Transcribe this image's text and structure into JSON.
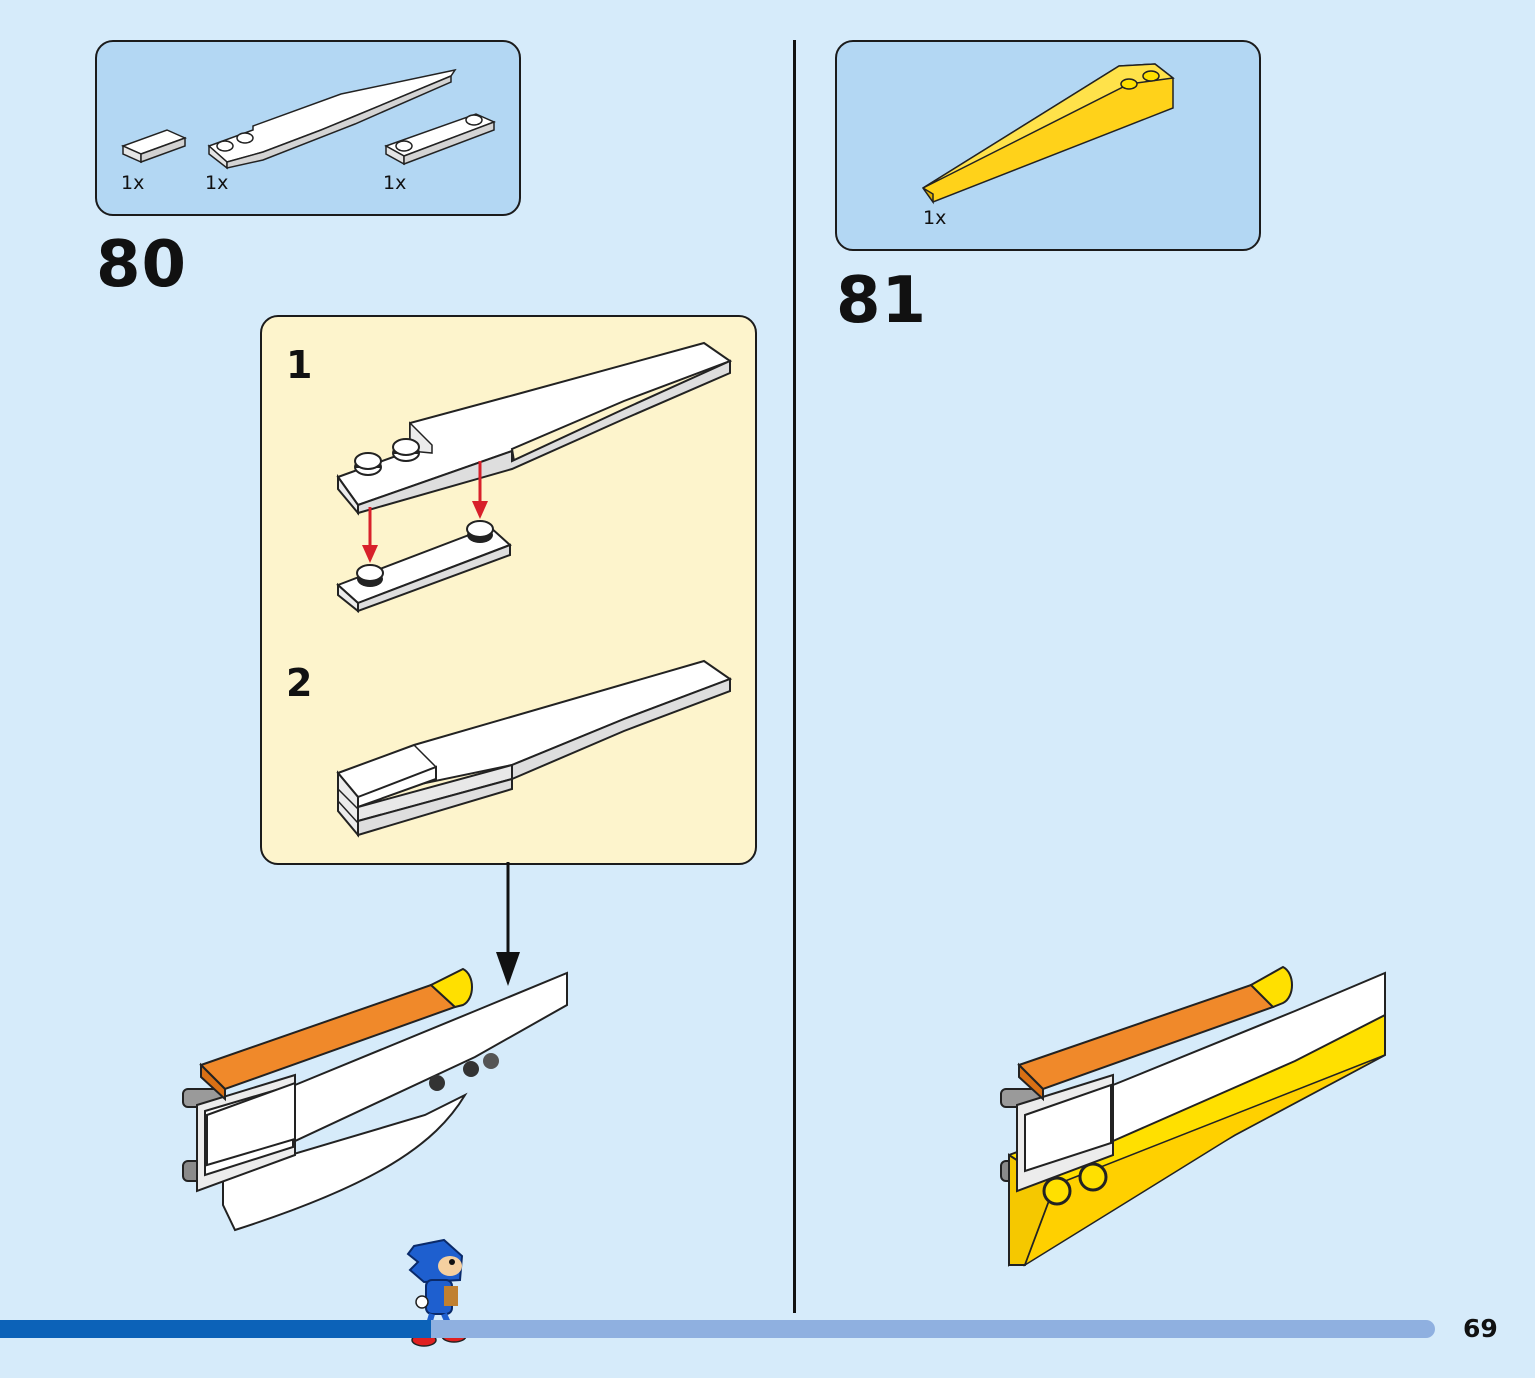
{
  "step80": {
    "number": "80",
    "parts": [
      {
        "qty": "1x",
        "color": "white",
        "shape": "tile-1x2"
      },
      {
        "qty": "1x",
        "color": "white",
        "shape": "curved-slope-with-studs"
      },
      {
        "qty": "1x",
        "color": "white",
        "shape": "plate-1x4-with-studs"
      }
    ],
    "substeps": [
      {
        "number": "1"
      },
      {
        "number": "2"
      }
    ]
  },
  "step81": {
    "number": "81",
    "parts": [
      {
        "qty": "1x",
        "color": "yellow",
        "shape": "wedge-slope-with-studs"
      }
    ]
  },
  "page_number": "69",
  "progress": 0.3,
  "colors": {
    "page_bg": "#d6ebfa",
    "parts_box": "#b3d7f3",
    "substep_box": "#fdf4cc",
    "progress_fill": "#0c62b8",
    "progress_track": "#8fb0e0",
    "brick_white": "#ffffff",
    "brick_orange": "#f0892a",
    "brick_yellow": "#ffe000",
    "arrow_red": "#d8202a"
  },
  "icons": [
    "sonic-mascot-icon",
    "down-arrow-icon"
  ]
}
